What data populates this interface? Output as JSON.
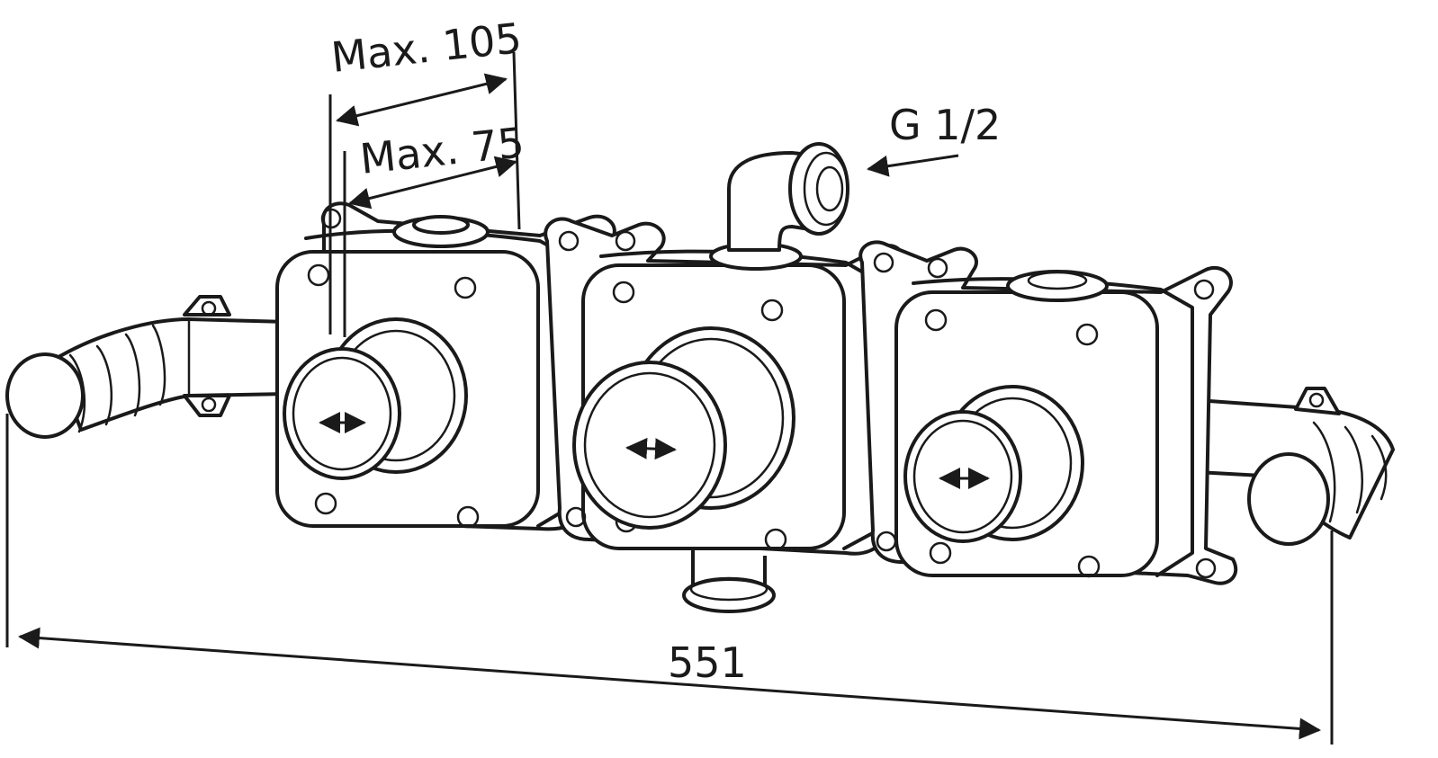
{
  "labels": {
    "max_105": "Max. 105",
    "max_75": "Max. 75",
    "thread": "G 1/2",
    "overall_width": "551"
  },
  "icons": {
    "knob_direction": "double-arrow-icon"
  },
  "colors": {
    "line": "#1a1a1a",
    "background": "#ffffff"
  }
}
